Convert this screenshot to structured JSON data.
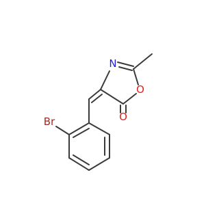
{
  "molecule": {
    "atoms": [
      {
        "id": "N",
        "label": "N",
        "color": "#1f1fd6"
      },
      {
        "id": "O-ring",
        "label": "O",
        "color": "#e0201c"
      },
      {
        "id": "O-carbonyl",
        "label": "O",
        "color": "#e0201c"
      },
      {
        "id": "Br",
        "label": "Br",
        "color": "#a5281e"
      }
    ],
    "bond_color": "#3a3a3a",
    "background": "#ffffff"
  }
}
